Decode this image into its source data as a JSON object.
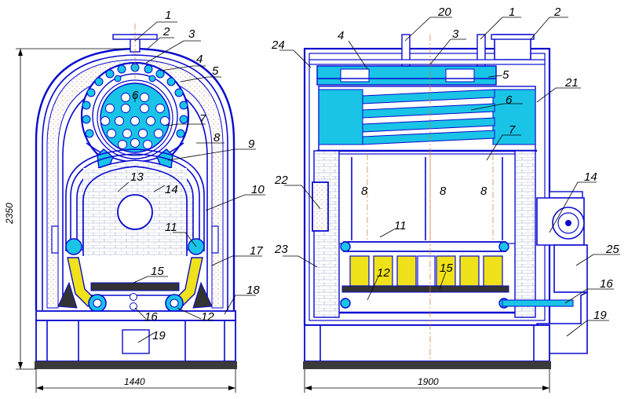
{
  "dimensions": {
    "height": "2350",
    "width_front": "1440",
    "width_side": "1900"
  },
  "front_labels": [
    "1",
    "2",
    "3",
    "4",
    "5",
    "6",
    "7",
    "8",
    "9",
    "10",
    "11",
    "12",
    "13",
    "14",
    "15",
    "16",
    "17",
    "18",
    "19"
  ],
  "side_labels": [
    "1",
    "2",
    "3",
    "4",
    "5",
    "6",
    "7",
    "8",
    "8",
    "8",
    "11",
    "12",
    "14",
    "15",
    "16",
    "19",
    "20",
    "21",
    "22",
    "23",
    "24",
    "25"
  ],
  "colors": {
    "line": "#0a0ad0",
    "water": "#19c4e6",
    "yellow": "#f0e21a",
    "brick": "#ffffff",
    "leader": "#000000",
    "center": "#d07a2a",
    "floor": "#3a3a3a"
  }
}
